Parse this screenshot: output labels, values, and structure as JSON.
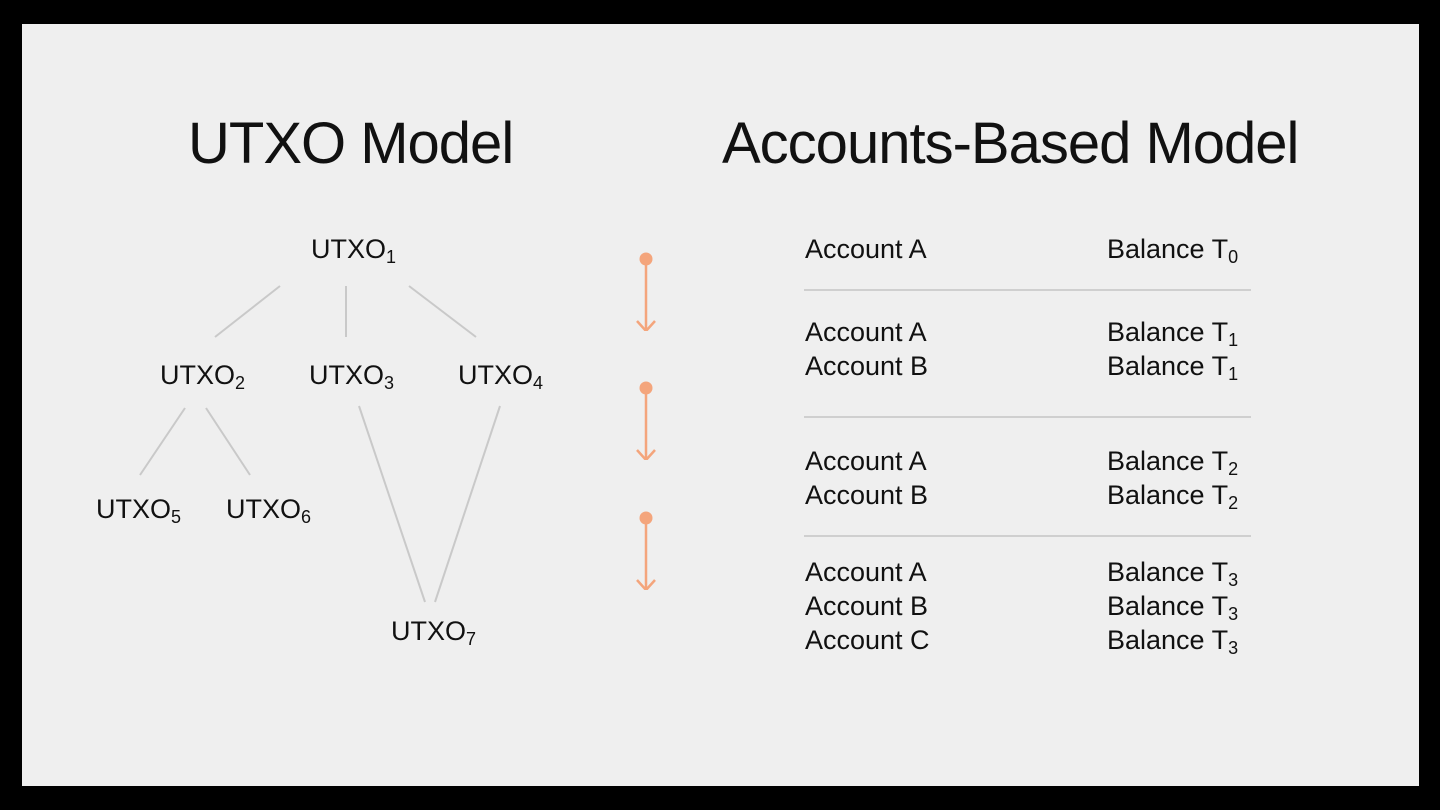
{
  "titles": {
    "left": "UTXO Model",
    "right": "Accounts-Based Model"
  },
  "utxo": {
    "base": "UTXO",
    "nodes": [
      {
        "id": "1",
        "sub": "1"
      },
      {
        "id": "2",
        "sub": "2"
      },
      {
        "id": "3",
        "sub": "3"
      },
      {
        "id": "4",
        "sub": "4"
      },
      {
        "id": "5",
        "sub": "5"
      },
      {
        "id": "6",
        "sub": "6"
      },
      {
        "id": "7",
        "sub": "7"
      }
    ]
  },
  "accounts": {
    "balance_base": "Balance T",
    "groups": [
      {
        "rows": [
          {
            "account": "Account A",
            "t": "0"
          }
        ]
      },
      {
        "rows": [
          {
            "account": "Account A",
            "t": "1"
          },
          {
            "account": "Account B",
            "t": "1"
          }
        ]
      },
      {
        "rows": [
          {
            "account": "Account A",
            "t": "2"
          },
          {
            "account": "Account B",
            "t": "2"
          }
        ]
      },
      {
        "rows": [
          {
            "account": "Account A",
            "t": "3"
          },
          {
            "account": "Account B",
            "t": "3"
          },
          {
            "account": "Account C",
            "t": "3"
          }
        ]
      }
    ]
  },
  "colors": {
    "arrow": "#f4a57c",
    "link": "#c9c9c9",
    "background": "#efefef"
  }
}
